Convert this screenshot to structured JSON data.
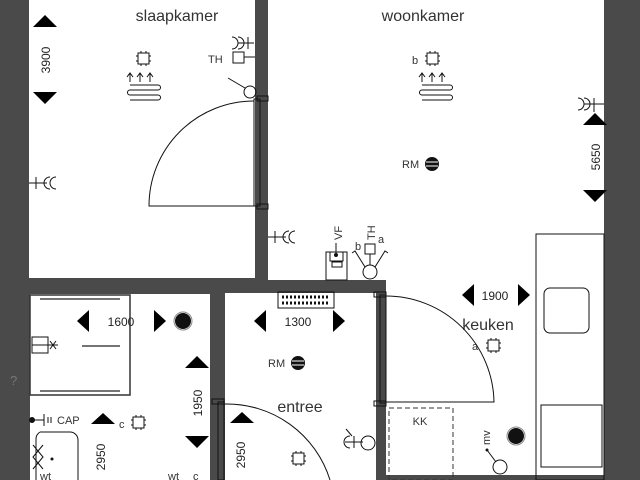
{
  "rooms": {
    "slaapkamer": "slaapkamer",
    "woonkamer": "woonkamer",
    "keuken": "keuken",
    "entree": "entree",
    "kk": "KK"
  },
  "dimensions": {
    "slaapkamer_height": "3900",
    "woonkamer_height": "5650",
    "keuken_width": "1900",
    "entree_width": "1300",
    "bathroom_width": "1600",
    "hall_height": "1950",
    "toilet_height": "2950",
    "entree_height": "2950"
  },
  "symbols": {
    "thermostat": "TH",
    "ventilation": "VF",
    "smoke_detector": "RM",
    "cap": "CAP",
    "unknown": "?",
    "socket_b": "b",
    "socket_a": "a",
    "socket_c": "c",
    "switch_a": "a",
    "switch_b": "b",
    "mv": "mv",
    "wt": "wt",
    "wt_c": "c"
  },
  "colors": {
    "wall": "#4a4a4a",
    "floor": "#ffffff",
    "sink_fill": "#e0e0e0"
  }
}
